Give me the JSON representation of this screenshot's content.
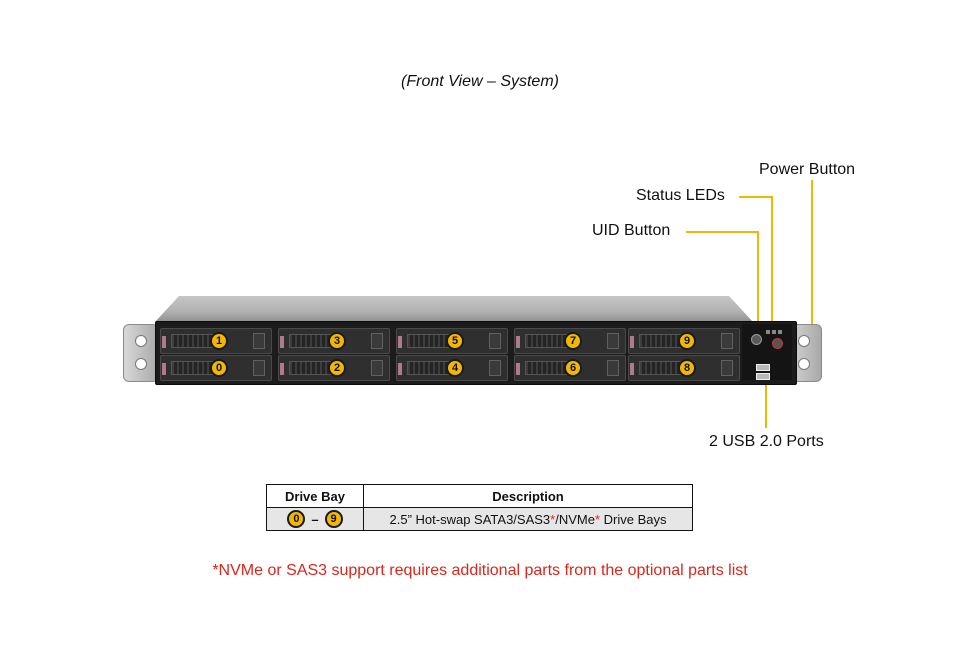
{
  "caption": "(Front View – System)",
  "callouts": {
    "power_button": "Power Button",
    "status_leds": "Status LEDs",
    "uid_button": "UID Button",
    "usb_ports": "2 USB 2.0 Ports"
  },
  "drive_bays": {
    "top_row": [
      "1",
      "3",
      "5",
      "7",
      "9"
    ],
    "bottom_row": [
      "0",
      "2",
      "4",
      "6",
      "8"
    ]
  },
  "legend": {
    "header_bay": "Drive Bay",
    "header_desc": "Description",
    "bay_from": "0",
    "bay_sep": "–",
    "bay_to": "9",
    "desc_part1": "2.5” Hot-swap SATA3/SAS3",
    "desc_star1": "*",
    "desc_part2": "/NVMe",
    "desc_star2": "*",
    "desc_part3": " Drive Bays"
  },
  "footnote": "*NVMe or SAS3 support requires additional parts from the optional parts list",
  "colors": {
    "callout_line": "#f2b705",
    "footnote": "#d6281e"
  }
}
